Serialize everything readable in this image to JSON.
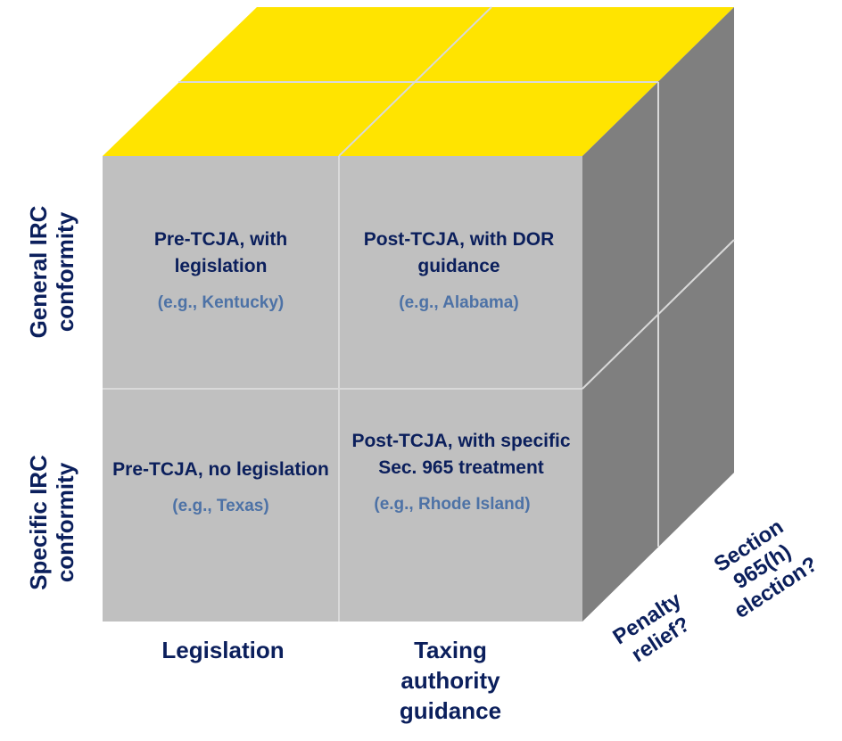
{
  "colors": {
    "top_face": "#ffe400",
    "front_face": "#c0c0c0",
    "side_face": "#7f7f7f",
    "grid_line": "#d9d9d9",
    "title_text": "#0b1f5c",
    "example_text": "#4d72a6"
  },
  "rows": [
    {
      "label": "General IRC conformity"
    },
    {
      "label": "Specific IRC conformity"
    }
  ],
  "columns": [
    {
      "label": "Legislation"
    },
    {
      "label": "Taxing authority guidance"
    }
  ],
  "depth": [
    {
      "label": "Penalty relief?"
    },
    {
      "label": "Section 965(h) election?"
    }
  ],
  "cells": [
    {
      "title": "Pre-TCJA, with legislation",
      "example": "(e.g., Kentucky)"
    },
    {
      "title": "Post-TCJA, with DOR guidance",
      "example": "(e.g., Alabama)"
    },
    {
      "title": "Pre-TCJA, no legislation",
      "example": "(e.g., Texas)"
    },
    {
      "title": "Post-TCJA, with specific Sec. 965 treatment",
      "example": "(e.g., Rhode Island)"
    }
  ]
}
